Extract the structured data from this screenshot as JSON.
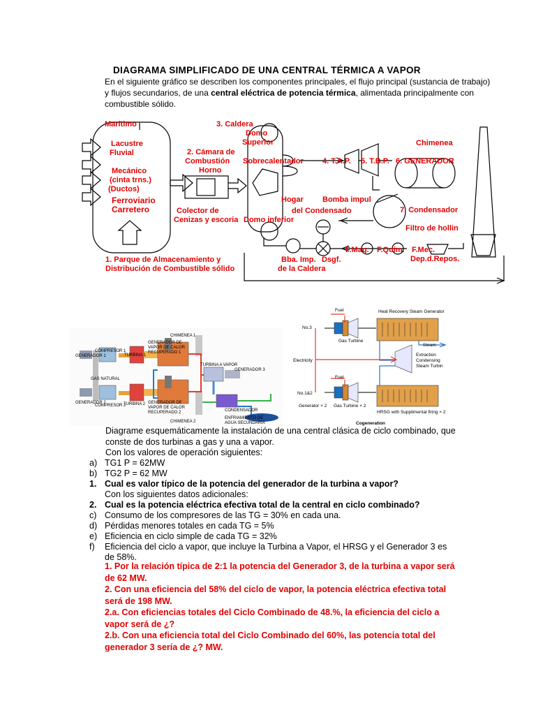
{
  "title": "DIAGRAMA SIMPLIFICADO DE UNA CENTRAL TÉRMICA A VAPOR",
  "intro": {
    "part1": "En el siguiente gráfico se describen los componentes principales, el flujo principal (sustancia de trabajo) y flujos secundarios, de una ",
    "bold": "central eléctrica de potencia  térmica",
    "part2": ", alimentada principalmente con combustible sólido."
  },
  "diagram1": {
    "maritimo": "Marítimo",
    "lacustre": "Lacustre",
    "fluvial": "Fluvial",
    "mecanico": "Mecánico",
    "cinta": "(cinta trns.)",
    "ductos": "(Ductos)",
    "ferroviario": "Ferroviario",
    "carretero": "Carretero",
    "parque1": "1.    Parque de Almacenamiento y",
    "parque2": "Distribución de Combustible sólido",
    "caldera": "3. Caldera",
    "domo1": "Domo",
    "domo2": "Superior",
    "camara1": "2. Cámara de",
    "camara2": "Combustión",
    "horno": "Horno",
    "sobrecalentador": "Sobrecalentador",
    "hogar": "Hogar",
    "colector1": "Colector de",
    "colector2": "Cenizas y escoria",
    "domoinf": "Domo inferior",
    "tap": "4. T.A.P.",
    "tbp": "5. T.B.P.",
    "generador": "6. GENERADOR",
    "chimenea": "Chimenea",
    "bomba1": "Bomba impul",
    "bomba2": "del Condensado",
    "condensador": "7. Condensador",
    "filtro": "Filtro de hollin",
    "bba1": "Bba. Imp.",
    "bba2": "de la Caldera",
    "dsgf": "Dsgf.",
    "fmag": "F.Mag.",
    "fquim": "F.Quim.",
    "fmec": "F.Mec.",
    "dep": "Dep.d.Repos."
  },
  "diagram2": {
    "chimenea1": "CHIMENEA 1",
    "chimenea2": "CHIMENEA 2",
    "generador1": "GENERADOR 1",
    "generador2": "GENERADOR 2",
    "compresor1": "COMPRESOR 1",
    "compresor2": "COMPRESOR 2",
    "turbina1": "TURBINA 1",
    "turbina2": "TURBINA 2",
    "gasnatural": "GAS NATURAL",
    "hrsg1": "GENERADOR DE VAPOR DE CALOR RECUPERADO 1",
    "hrsg2": "GENERADOR DE VAPOR DE CALOR RECUPERADO 2",
    "turbinavapor": "TURBINA A VAPOR",
    "generador3": "GENERADOR 3",
    "condensador": "CONDENSADOR",
    "enfriamiento": "ENFRIAMIENTO DE AGUA SECUNDARIA"
  },
  "diagram3": {
    "fuel": "Fuel",
    "hrsg": "Heat Recovery Steam Generator",
    "no3": "No.3",
    "gasturbine": "Gas Turbine",
    "steam": "Steam",
    "electricity": "Electricity",
    "extraction": "Extraction",
    "condensing": "Condensing",
    "steamturbin": "Steam Turbin",
    "no12": "No.1&2",
    "gen2": "Generator × 2",
    "gt2": "Gas Turbine × 2",
    "hrsg2": "HRSG with Supplimental firing × 2",
    "caption": "Cogeneration"
  },
  "body": {
    "p1": "Diagrame esquemáticamente la instalación de una central clásica de ciclo combinado, que conste de dos turbinas a gas y una a vapor.",
    "p2": "Con los valores de operación siguientes:",
    "items": [
      {
        "mark": "a)",
        "text": "TG1   P = 62MW"
      },
      {
        "mark": "b)",
        "text": "TG2   P = 62 MW"
      },
      {
        "mark": "1.",
        "text": "Cual es valor típico de la potencia del generador de la turbina a vapor?"
      },
      {
        "mark": "",
        "text": "Con los siguientes datos adicionales:"
      },
      {
        "mark": "2.",
        "text": "Cual es la potencia eléctrica efectiva total  de la central en ciclo combinado?"
      },
      {
        "mark": "c)",
        "text": "Consumo de los compresores de las TG = 30% en cada una."
      },
      {
        "mark": "d)",
        "text": "Pérdidas menores totales en cada TG = 5%"
      },
      {
        "mark": "e)",
        "text": "Eficiencia en ciclo simple de cada TG = 32%"
      },
      {
        "mark": "f)",
        "text": "Eficiencia del ciclo a vapor, que incluye la Turbina  a Vapor, el HRSG y el Generador 3 es"
      },
      {
        "mark": "",
        "text": "de 58%."
      }
    ],
    "answers": [
      "1. Por la relación típica de 2:1 la potencia del Generador 3, de la turbina a vapor será",
      "de 62 MW.",
      "2. Con una eficiencia del 58% del ciclo de vapor, la potencia eléctrica efectiva total",
      "será de 198 MW.",
      "2.a. Con  eficiencias totales del Ciclo Combinado de 48.%, la eficiencia del ciclo a",
      "vapor será de ¿?",
      "2.b. Con una eficiencia total del Ciclo Combinado del 60%, las potencia total del",
      "generador 3 sería de ¿? MW."
    ]
  }
}
